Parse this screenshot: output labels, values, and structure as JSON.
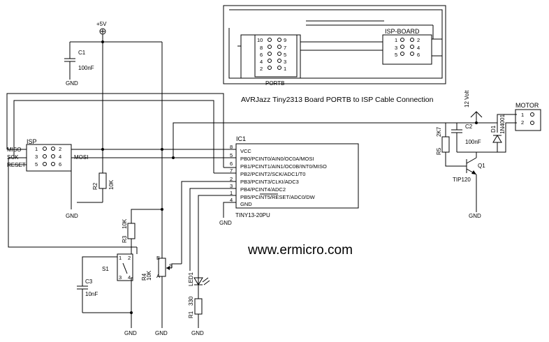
{
  "title": "AVRJazz Tiny2313 Board PORTB to ISP Cable Connection",
  "website": "www.ermicro.com",
  "supply": {
    "vcc": "+5V",
    "motor_supply": "12 Volt"
  },
  "gnd_label": "GND",
  "ic1": {
    "ref": "IC1",
    "part": "TINY13-20PU",
    "pins": [
      {
        "num": "8",
        "name": "VCC"
      },
      {
        "num": "5",
        "name": "PB0/PCINT0/AIN0/OC0A/MOSI"
      },
      {
        "num": "6",
        "name": "PB1/PCINT1/AIN1/OC0B/INT0/MISO"
      },
      {
        "num": "7",
        "name": "PB2/PCINT2/SCK/ADC1/T0"
      },
      {
        "num": "2",
        "name": "PB3/PCINT3/CLKI/ADC3"
      },
      {
        "num": "3",
        "name": "PB4/PCINT4/ADC2"
      },
      {
        "num": "1",
        "name": "PB5/PCINT5/RESET/ADC0/DW"
      },
      {
        "num": "4",
        "name": "GND"
      }
    ]
  },
  "isp_header": {
    "name": "ISP",
    "signals": [
      "MISO",
      "SCK",
      "RESET",
      "MOSI"
    ],
    "pins": [
      "1",
      "2",
      "3",
      "4",
      "5",
      "6"
    ]
  },
  "portb_header": {
    "name": "PORTB",
    "pins": [
      "10",
      "9",
      "8",
      "7",
      "6",
      "5",
      "4",
      "3",
      "2",
      "1"
    ]
  },
  "isp_board_header": {
    "name": "ISP-BOARD",
    "pins": [
      "1",
      "2",
      "3",
      "4",
      "5",
      "6"
    ]
  },
  "motor_header": {
    "name": "MOTOR",
    "pins": [
      "1",
      "2"
    ]
  },
  "components": {
    "c1": {
      "ref": "C1",
      "value": "100nF"
    },
    "c2": {
      "ref": "C2",
      "value": "100nF"
    },
    "c3": {
      "ref": "C3",
      "value": "10nF"
    },
    "r1": {
      "ref": "R1",
      "value": "330"
    },
    "r2": {
      "ref": "R2",
      "value": "10K"
    },
    "r3": {
      "ref": "R3",
      "value": "10K"
    },
    "r4": {
      "ref": "R4",
      "value": "10K"
    },
    "r5": {
      "ref": "R5",
      "value": "2K7"
    },
    "d1": {
      "ref": "D1",
      "value": "1N4001"
    },
    "q1": {
      "ref": "Q1",
      "value": "TIP120"
    },
    "s1": {
      "ref": "S1",
      "pins": [
        "1",
        "2",
        "3",
        "4"
      ]
    },
    "led1": {
      "ref": "LED1"
    },
    "pot_pins": {
      "a": "A",
      "e": "E",
      "s": "S"
    }
  }
}
